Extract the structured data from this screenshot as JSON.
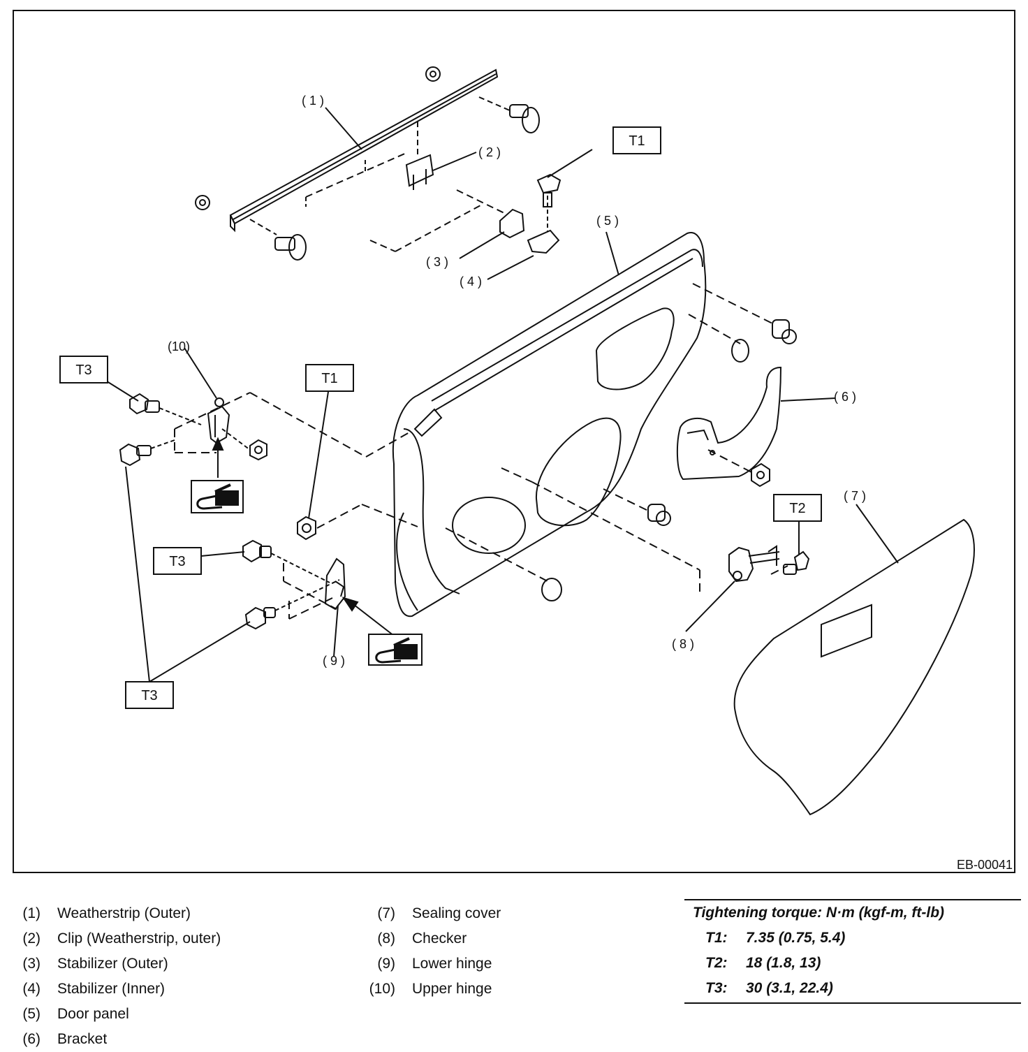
{
  "diagram": {
    "code": "EB-00041",
    "part_callouts": [
      {
        "id": "1",
        "label": "( 1 )"
      },
      {
        "id": "2",
        "label": "( 2 )"
      },
      {
        "id": "3",
        "label": "( 3 )"
      },
      {
        "id": "4",
        "label": "( 4 )"
      },
      {
        "id": "5",
        "label": "( 5 )"
      },
      {
        "id": "6",
        "label": "( 6 )"
      },
      {
        "id": "7",
        "label": "( 7 )"
      },
      {
        "id": "8",
        "label": "( 8 )"
      },
      {
        "id": "9",
        "label": "( 9 )"
      },
      {
        "id": "10",
        "label": "(10)"
      }
    ],
    "torque_tags": [
      "T1",
      "T1",
      "T2",
      "T3",
      "T3",
      "T3"
    ],
    "grease_icon": "grease-gun-icon"
  },
  "legend": {
    "left": [
      {
        "num": "(1)",
        "name": "Weatherstrip (Outer)"
      },
      {
        "num": "(2)",
        "name": "Clip (Weatherstrip, outer)"
      },
      {
        "num": "(3)",
        "name": "Stabilizer (Outer)"
      },
      {
        "num": "(4)",
        "name": "Stabilizer (Inner)"
      },
      {
        "num": "(5)",
        "name": "Door panel"
      },
      {
        "num": "(6)",
        "name": "Bracket"
      }
    ],
    "right": [
      {
        "num": "(7)",
        "name": "Sealing cover"
      },
      {
        "num": "(8)",
        "name": "Checker"
      },
      {
        "num": "(9)",
        "name": "Lower hinge"
      },
      {
        "num": "(10)",
        "name": "Upper hinge"
      }
    ]
  },
  "torque": {
    "title": "Tightening torque: N·m (kgf-m, ft-lb)",
    "rows": [
      {
        "key": "T1:",
        "value": "7.35 (0.75, 5.4)"
      },
      {
        "key": "T2:",
        "value": "18 (1.8, 13)"
      },
      {
        "key": "T3:",
        "value": "30 (3.1, 22.4)"
      }
    ]
  }
}
